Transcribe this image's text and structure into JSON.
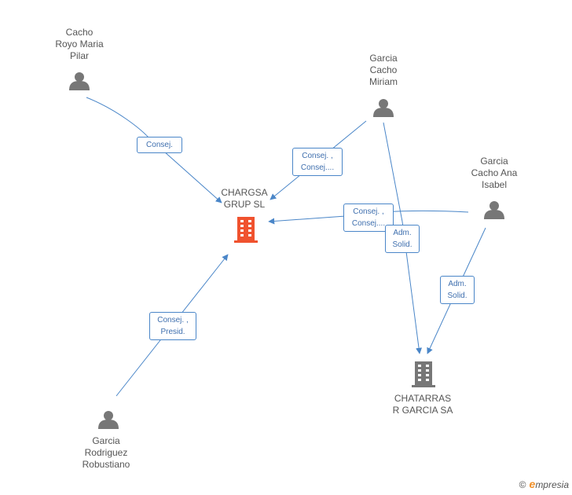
{
  "nodes": {
    "p_cacho": {
      "label": "Cacho\nRoyo Maria\nPilar",
      "icon": "person-icon"
    },
    "p_miriam": {
      "label": "Garcia\nCacho\nMiriam",
      "icon": "person-icon"
    },
    "p_ana": {
      "label": "Garcia\nCacho Ana\nIsabel",
      "icon": "person-icon"
    },
    "p_robustiano": {
      "label": "Garcia\nRodriguez\nRobustiano",
      "icon": "person-icon"
    },
    "c_chargsa": {
      "label": "CHARGSA\nGRUP SL",
      "icon": "building-icon",
      "color": "#f0522e"
    },
    "c_chatarras": {
      "label": "CHATARRAS\nR GARCIA SA",
      "icon": "building-icon",
      "color": "#777777"
    }
  },
  "edges": [
    {
      "label": "Consej."
    },
    {
      "label": "Consej. ,\nConsej...."
    },
    {
      "label": "Consej. ,\nConsej...."
    },
    {
      "label": "Consej. ,\nPresid."
    },
    {
      "label": "Adm.\nSolid."
    },
    {
      "label": "Adm.\nSolid."
    }
  ],
  "colors": {
    "person": "#777777",
    "edge": "#4a86c8",
    "highlight": "#f0522e"
  },
  "brand": {
    "copyright": "©",
    "e": "e",
    "name": "mpresia"
  }
}
